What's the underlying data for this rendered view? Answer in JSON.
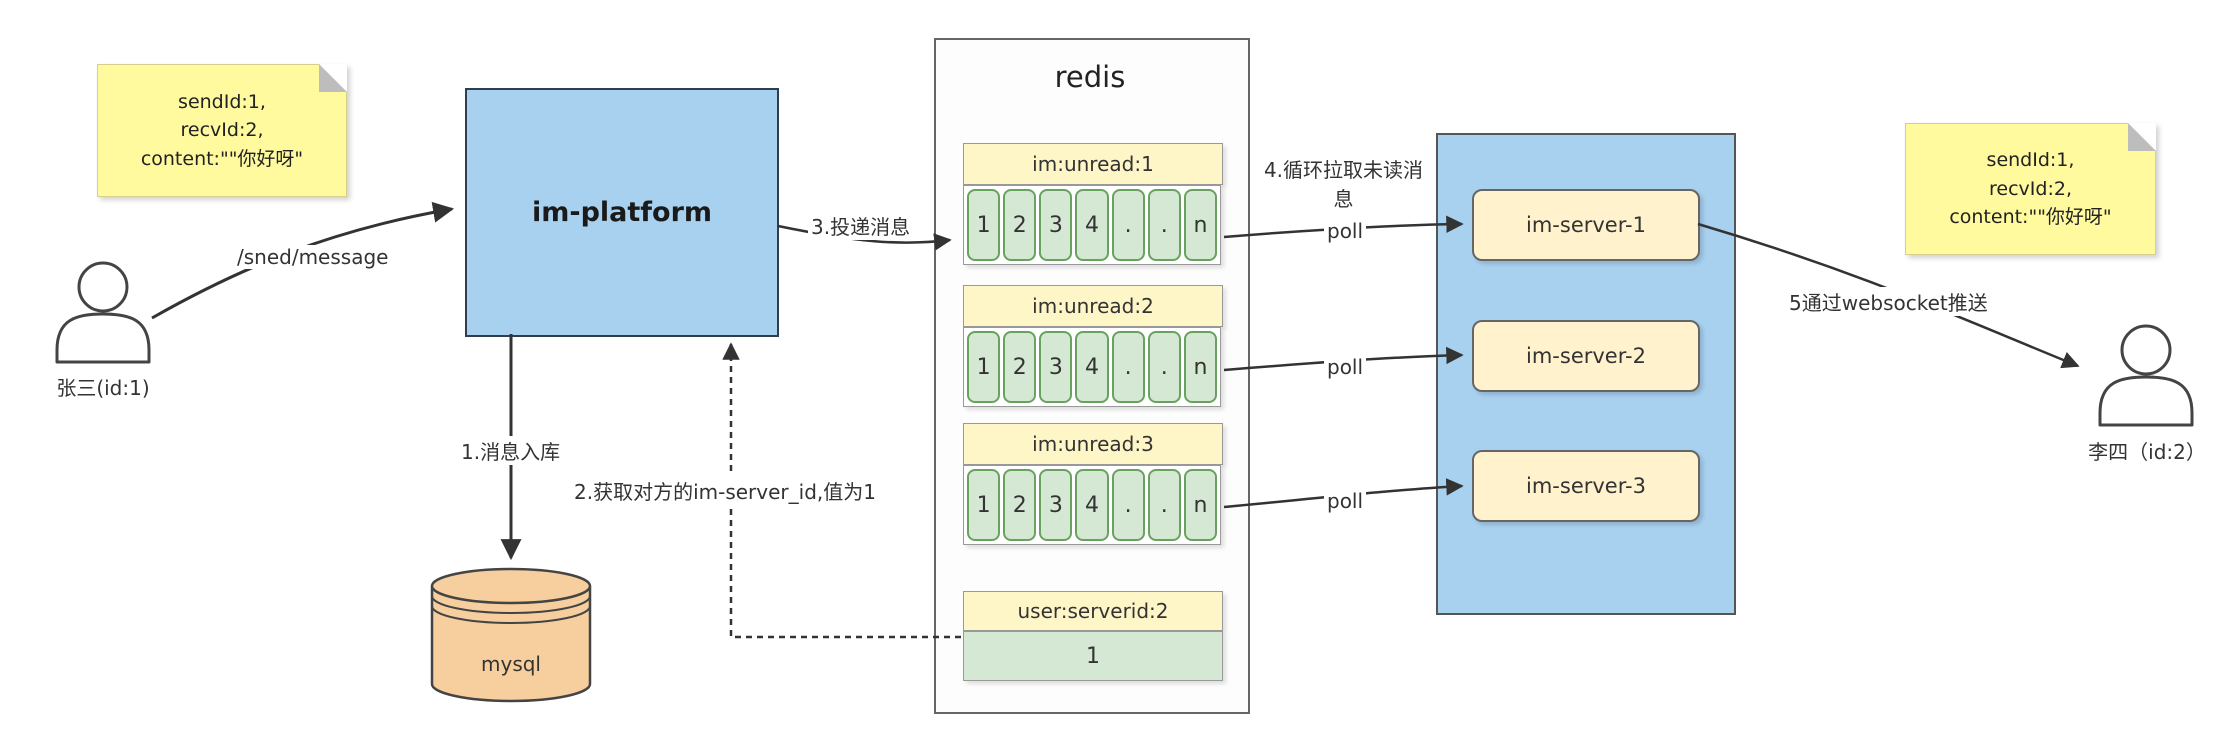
{
  "colors": {
    "note_yellow": "#fffa9e",
    "platform_blue": "#a8d1f0",
    "server_container_blue": "#a8d1f0",
    "server_box_yellow": "#fff2cc",
    "queue_header_yellow": "#fff6c8",
    "cell_green": "#d5e8d4",
    "cell_green_border": "#69a15f",
    "mysql_orange": "#f7cf9e",
    "arrow": "#333333"
  },
  "notes": {
    "left": {
      "lines": [
        "sendId:1,",
        "recvId:2,",
        "content:\"\"你好呀\""
      ]
    },
    "right": {
      "lines": [
        "sendId:1,",
        "recvId:2,",
        "content:\"\"你好呀\""
      ]
    }
  },
  "actors": {
    "sender": {
      "label": "张三(id:1)"
    },
    "receiver": {
      "label": "李四（id:2）"
    }
  },
  "platform": {
    "label": "im-platform"
  },
  "database": {
    "label": "mysql"
  },
  "redis": {
    "title": "redis",
    "queues": [
      {
        "label": "im:unread:1",
        "cells": [
          "1",
          "2",
          "3",
          "4",
          ".",
          ".",
          "n"
        ]
      },
      {
        "label": "im:unread:2",
        "cells": [
          "1",
          "2",
          "3",
          "4",
          ".",
          ".",
          "n"
        ]
      },
      {
        "label": "im:unread:3",
        "cells": [
          "1",
          "2",
          "3",
          "4",
          ".",
          ".",
          "n"
        ]
      }
    ],
    "server_map": {
      "label": "user:serverid:2",
      "value": "1"
    }
  },
  "servers": [
    {
      "label": "im-server-1"
    },
    {
      "label": "im-server-2"
    },
    {
      "label": "im-server-3"
    }
  ],
  "edges": {
    "send": "/sned/message",
    "step1": "1.消息入库",
    "step2": "2.获取对方的im-server_id,值为1",
    "step3": "3.投递消息",
    "step4": "4.循环拉取未读消息",
    "step5": "5通过websocket推送",
    "poll": "poll"
  }
}
